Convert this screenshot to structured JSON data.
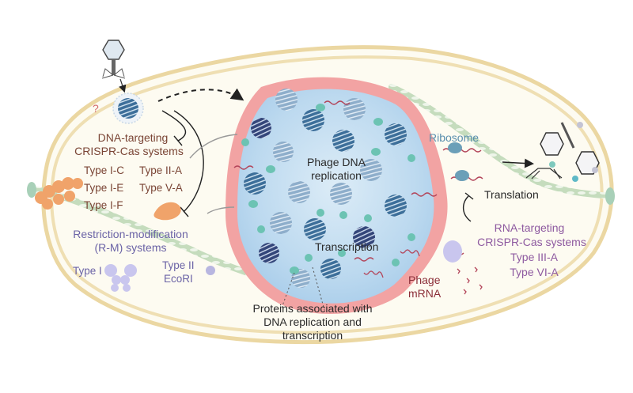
{
  "colors": {
    "cell_wall": "#ecd9a8",
    "cytoplasm": "#fdfbf1",
    "nucleus_shell": "#f2a3a3",
    "nucleus_fill": "#b9d9ee",
    "dna_dark": "#2f5f8a",
    "dna_light": "#7ea3c6",
    "protein_teal": "#6cc3b3",
    "mrna": "#b3455a",
    "cytoskeleton": "#b9d3b0",
    "cas_orange": "#f0a36a",
    "rm_lavender": "#c9c6ee"
  },
  "labels": {
    "question_mark": "?",
    "dna_targeting_title": "DNA-targeting",
    "dna_targeting_subtitle": "CRISPR-Cas systems",
    "type_ic": "Type I-C",
    "type_ie": "Type I-E",
    "type_if": "Type I-F",
    "type_iia": "Type II-A",
    "type_va": "Type V-A",
    "rm_title": "Restriction-modification",
    "rm_subtitle": "(R-M) systems",
    "rm_type_i": "Type I",
    "rm_type_ii": "Type II",
    "rm_ecori": "EcoRI",
    "phage_dna_replication_1": "Phage DNA",
    "phage_dna_replication_2": "replication",
    "transcription": "Transcription",
    "ribosome": "Ribosome",
    "translation": "Translation",
    "rna_targeting_title": "RNA-targeting",
    "rna_targeting_subtitle": "CRISPR-Cas systems",
    "type_iiia": "Type III-A",
    "type_via": "Type VI-A",
    "phage_mrna_1": "Phage",
    "phage_mrna_2": "mRNA",
    "proteins_1": "Proteins associated with",
    "proteins_2": "DNA replication and",
    "proteins_3": "transcription"
  },
  "icons": {
    "phage": "bacteriophage-icon",
    "dna_compartment": "phage-nucleus-icon",
    "ribosome": "ribosome-icon",
    "assembled_phage": "phage-assembly-icon"
  }
}
